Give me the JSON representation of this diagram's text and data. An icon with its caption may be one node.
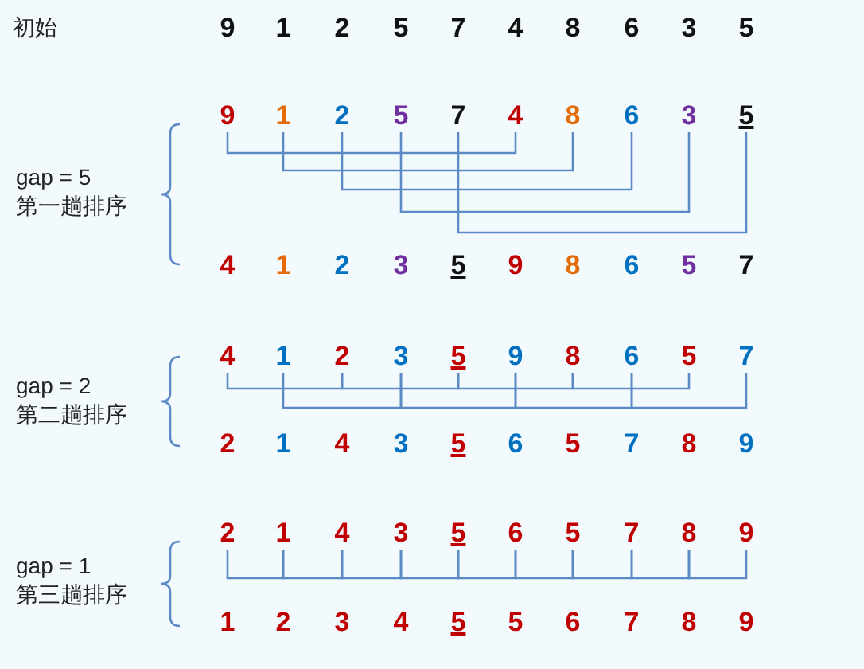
{
  "diagram": {
    "nodes": [
      {
        "text": [
          "9"
        ]
      },
      {
        "text": [
          "1"
        ]
      },
      {
        "text": [
          "2"
        ]
      },
      {
        "text": [
          "5"
        ]
      },
      {
        "text": [
          "7"
        ]
      },
      {
        "text": [
          "4"
        ]
      },
      {
        "text": [
          "8"
        ]
      },
      {
        "text": [
          "6"
        ]
      },
      {
        "text": [
          "3"
        ]
      },
      {
        "text": [
          "5"
        ]
      },
      {
        "text": [
          "9"
        ]
      },
      {
        "text": [
          "1"
        ]
      },
      {
        "text": [
          "2"
        ]
      },
      {
        "text": [
          "5"
        ]
      },
      {
        "text": [
          "7"
        ]
      },
      {
        "text": [
          "4"
        ]
      },
      {
        "text": [
          "8"
        ]
      },
      {
        "text": [
          "6"
        ]
      },
      {
        "text": [
          "3"
        ]
      },
      {
        "text": [
          "5"
        ]
      },
      {
        "text": [
          "4"
        ]
      },
      {
        "text": [
          "1"
        ]
      },
      {
        "text": [
          "2"
        ]
      },
      {
        "text": [
          "3"
        ]
      },
      {
        "text": [
          "5"
        ]
      },
      {
        "text": [
          "9"
        ]
      },
      {
        "text": [
          "8"
        ]
      },
      {
        "text": [
          "6"
        ]
      },
      {
        "text": [
          "5"
        ]
      },
      {
        "text": [
          "7"
        ]
      },
      {
        "text": [
          "4"
        ]
      },
      {
        "text": [
          "1"
        ]
      },
      {
        "text": [
          "2"
        ]
      },
      {
        "text": [
          "3"
        ]
      },
      {
        "text": [
          "5"
        ]
      },
      {
        "text": [
          "9"
        ]
      },
      {
        "text": [
          "8"
        ]
      },
      {
        "text": [
          "6"
        ]
      },
      {
        "text": [
          "5"
        ]
      },
      {
        "text": [
          "7"
        ]
      },
      {
        "text": [
          "2"
        ]
      },
      {
        "text": [
          "1"
        ]
      },
      {
        "text": [
          "4"
        ]
      },
      {
        "text": [
          "3"
        ]
      },
      {
        "text": [
          "5"
        ]
      },
      {
        "text": [
          "6"
        ]
      },
      {
        "text": [
          "5"
        ]
      },
      {
        "text": [
          "7"
        ]
      },
      {
        "text": [
          "8"
        ]
      },
      {
        "text": [
          "9"
        ]
      },
      {
        "text": [
          "2"
        ]
      },
      {
        "text": [
          "1"
        ]
      },
      {
        "text": [
          "4"
        ]
      },
      {
        "text": [
          "3"
        ]
      },
      {
        "text": [
          "5"
        ]
      },
      {
        "text": [
          "6"
        ]
      },
      {
        "text": [
          "5"
        ]
      },
      {
        "text": [
          "7"
        ]
      },
      {
        "text": [
          "8"
        ]
      },
      {
        "text": [
          "9"
        ]
      },
      {
        "text": [
          "1"
        ]
      },
      {
        "text": [
          "2"
        ]
      },
      {
        "text": [
          "3"
        ]
      },
      {
        "text": [
          "4"
        ]
      },
      {
        "text": [
          "5"
        ]
      },
      {
        "text": [
          "5"
        ]
      },
      {
        "text": [
          "6"
        ]
      },
      {
        "text": [
          "7"
        ]
      },
      {
        "text": [
          "8"
        ]
      },
      {
        "text": [
          "9"
        ]
      }
    ],
    "edges": [
      {
        "from": 10,
        "to": 15,
        "arrow": "none"
      },
      {
        "from": 11,
        "to": 16,
        "arrow": "none"
      },
      {
        "from": 12,
        "to": 17,
        "arrow": "none"
      },
      {
        "from": 13,
        "to": 18,
        "arrow": "none"
      },
      {
        "from": 14,
        "to": 19,
        "arrow": "none"
      },
      {
        "from": 30,
        "to": 32,
        "arrow": "none"
      },
      {
        "from": 32,
        "to": 34,
        "arrow": "none"
      },
      {
        "from": 34,
        "to": 36,
        "arrow": "none"
      },
      {
        "from": 36,
        "to": 38,
        "arrow": "none"
      },
      {
        "from": 31,
        "to": 33,
        "arrow": "none"
      },
      {
        "from": 33,
        "to": 35,
        "arrow": "none"
      },
      {
        "from": 35,
        "to": 37,
        "arrow": "none"
      },
      {
        "from": 37,
        "to": 39,
        "arrow": "none"
      },
      {
        "from": 50,
        "to": 51,
        "arrow": "none"
      },
      {
        "from": 51,
        "to": 52,
        "arrow": "none"
      },
      {
        "from": 52,
        "to": 53,
        "arrow": "none"
      },
      {
        "from": 53,
        "to": 54,
        "arrow": "none"
      },
      {
        "from": 54,
        "to": 55,
        "arrow": "none"
      },
      {
        "from": 55,
        "to": 56,
        "arrow": "none"
      },
      {
        "from": 56,
        "to": 57,
        "arrow": "none"
      },
      {
        "from": 57,
        "to": 58,
        "arrow": "none"
      },
      {
        "from": 58,
        "to": 59,
        "arrow": "none"
      }
    ],
    "labels": [
      "初始",
      "gap = 5",
      "第一趟排序",
      "gap = 2",
      "第二趟排序",
      "gap = 1",
      "第三趟排序"
    ]
  }
}
